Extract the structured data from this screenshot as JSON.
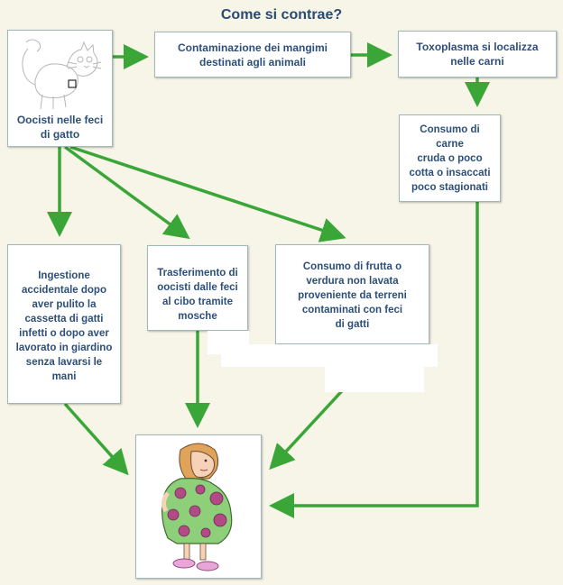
{
  "title": "Come si contrae?",
  "nodes": {
    "oocisti": "Oocisti nelle feci\ndi gatto",
    "contaminazione": "Contaminazione dei mangimi\ndestinati agli animali",
    "toxoplasma": "Toxoplasma si localizza\nnelle carni",
    "consumo_carne": "Consumo di\ncarne\ncruda o poco\ncotta o insaccati\npoco stagionati",
    "ingestione": "Ingestione\naccidentale dopo\naver pulito la\ncassetta di gatti\ninfetti o dopo aver\nlavorato in giardino\nsenza lavarsi le\nmani",
    "trasferimento": "Trasferimento di\noocisti dalle feci\nal cibo tramite\nmosche",
    "frutta": "Consumo di frutta o\nverdura non lavata\nproveniente da terreni\ncontaminati con feci\ndi gatti"
  },
  "colors": {
    "arrow": "#3aa637",
    "text": "#2d4f7a",
    "title": "#2b4a73"
  },
  "icons": [
    "cat-illustration",
    "pregnant-woman-illustration"
  ]
}
